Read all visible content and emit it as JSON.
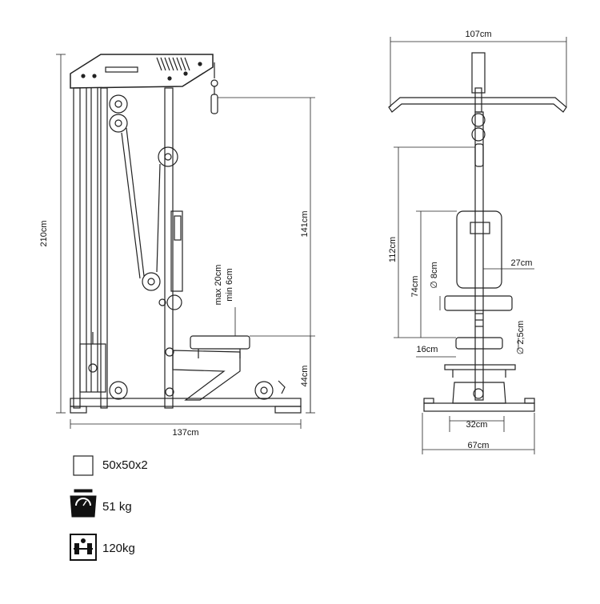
{
  "side_view": {
    "height_total": "210cm",
    "pulley_height": "141cm",
    "adjust_max": "max 20cm",
    "adjust_min": "min 6cm",
    "seat_height": "44cm",
    "length_total": "137cm"
  },
  "front_view": {
    "bar_width": "107cm",
    "upright_height": "112cm",
    "pad_height": "74cm",
    "tube_diameter": "∅ 8cm",
    "pad_width": "27cm",
    "peg_diameter": "∅ 2,5cm",
    "seat_width": "16cm",
    "base_inner": "32cm",
    "base_width": "67cm"
  },
  "specs": {
    "profile": "50x50x2",
    "weight": "51 kg",
    "max_load": "120kg"
  },
  "icons": [
    "profile-square-icon",
    "scale-icon",
    "dumbbell-load-icon"
  ]
}
